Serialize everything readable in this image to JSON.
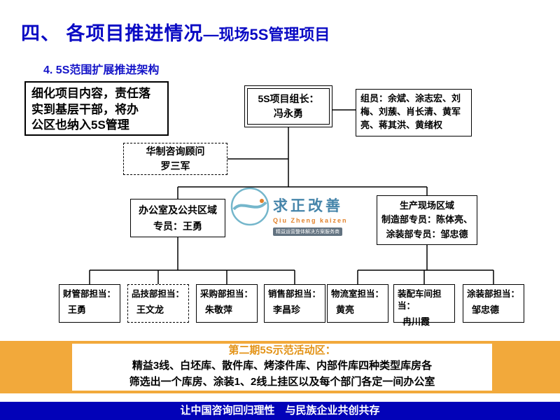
{
  "slide": {
    "title_main": "四、 各项目推进情况",
    "title_sub": "—现场5S管理项目",
    "section": "4. 5S范围扩展推进架构"
  },
  "note": {
    "lines": [
      "细化项目内容，责任落",
      "实到基层干部，将办",
      "公区也纳入5S管理"
    ]
  },
  "org": {
    "leader": {
      "title": "5S项目组长：",
      "name": "冯永勇"
    },
    "members": {
      "text": "组员：余斌、涂志宏、刘梅、刘蔟、肖长清、黄军亮、蒋其洪、黄绪权"
    },
    "consultant": {
      "title": "华制咨询顾问",
      "name": "罗三军"
    },
    "office": {
      "title": "办公室及公共区域",
      "name": "专员：王勇"
    },
    "production": {
      "lines": [
        "生产现场区域",
        "制造部专员：陈体亮、",
        "涂装部专员：邹忠德"
      ]
    },
    "departments": [
      {
        "role": "财管部担当：",
        "name": "王勇"
      },
      {
        "role": "品技部担当：",
        "name": "王文龙"
      },
      {
        "role": "采购部担当：",
        "name": "朱敬萍"
      },
      {
        "role": "销售部担当：",
        "name": "李昌珍"
      },
      {
        "role": "物流室担当：",
        "name": "黄亮"
      },
      {
        "role": "装配车间担当：",
        "name": "冉川霞"
      },
      {
        "role": "涂装部担当：",
        "name": "邹忠德"
      }
    ]
  },
  "logo": {
    "name": "求正改善",
    "latin": "Qiu Zheng kaizen",
    "tagline": "精益运营整体解决方案服务商"
  },
  "banner": {
    "title": "第二期5S示范活动区：",
    "lines": [
      "精益3线、白坯库、散件库、烤漆件库、内部件库四种类型库房各",
      "筛选出一个库房、涂装1、2线上挂区以及每个部门各定一间办公室"
    ]
  },
  "footer": {
    "text": "让中国咨询回归理性　与民族企业共创共存"
  },
  "colors": {
    "title_blue": "#0a0ac4",
    "banner_orange": "#f2a93b",
    "banner_title_orange": "#e39317",
    "footer_blue": "#0202b8"
  }
}
